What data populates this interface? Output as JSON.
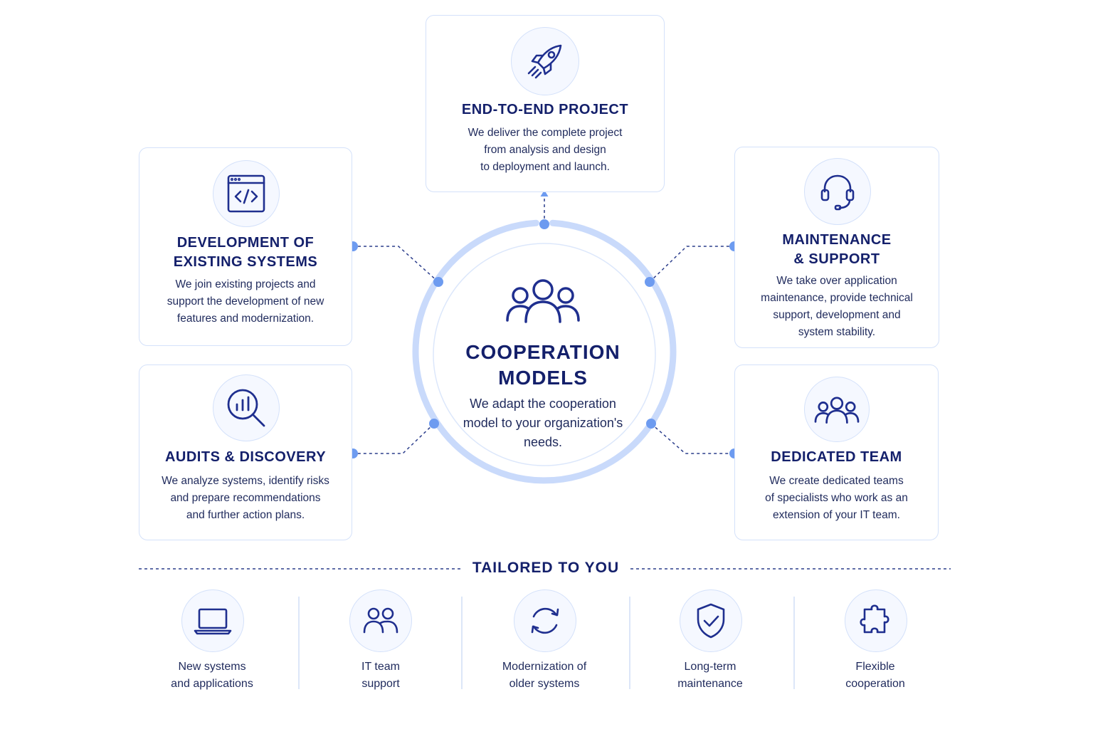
{
  "center": {
    "title": "COOPERATION\nMODELS",
    "description": "We adapt the cooperation\nmodel to your organization's\nneeds.",
    "icon": "team-icon"
  },
  "models": [
    {
      "id": "end-to-end",
      "title": "END-TO-END PROJECT",
      "description": "We deliver the complete project\nfrom analysis and design\nto deployment and launch.",
      "icon": "rocket-icon"
    },
    {
      "id": "development",
      "title": "DEVELOPMENT OF\nEXISTING SYSTEMS",
      "description": "We join existing projects and\nsupport the development of new\nfeatures and modernization.",
      "icon": "code-window-icon"
    },
    {
      "id": "maintenance",
      "title": "MAINTENANCE\n& SUPPORT",
      "description": "We take over application\nmaintenance, provide technical\nsupport, development and\nsystem stability.",
      "icon": "headset-icon"
    },
    {
      "id": "audits",
      "title": "AUDITS & DISCOVERY",
      "description": "We analyze systems, identify risks\nand prepare recommendations\nand further action plans.",
      "icon": "magnifier-chart-icon"
    },
    {
      "id": "dedicated",
      "title": "DEDICATED TEAM",
      "description": "We create dedicated teams\nof specialists who work as an\nextension of your IT team.",
      "icon": "team-icon"
    }
  ],
  "tailored": {
    "title": "TAILORED TO YOU",
    "items": [
      {
        "label": "New systems\nand applications",
        "icon": "laptop-icon"
      },
      {
        "label": "IT team\nsupport",
        "icon": "two-people-icon"
      },
      {
        "label": "Modernization of\nolder systems",
        "icon": "refresh-icon"
      },
      {
        "label": "Long-term\nmaintenance",
        "icon": "shield-check-icon"
      },
      {
        "label": "Flexible\ncooperation",
        "icon": "puzzle-icon"
      }
    ]
  },
  "colors": {
    "navy": "#14206b",
    "accent": "#6d9bf0",
    "ring": "#c9dafb",
    "border": "#d4e1fa"
  }
}
